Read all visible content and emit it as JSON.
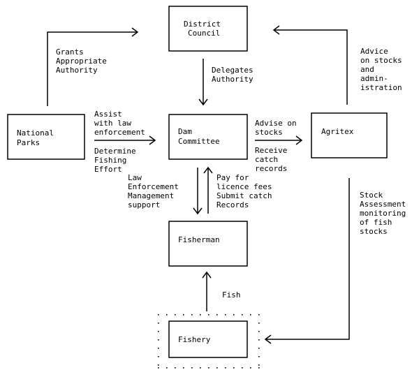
{
  "nodes": {
    "district_council": [
      "District",
      "Council"
    ],
    "national_parks": [
      "National",
      "Parks"
    ],
    "dam_committee": [
      "Dam",
      "Committee"
    ],
    "agritex": [
      "Agritex"
    ],
    "fisherman": [
      "Fisherman"
    ],
    "fishery": [
      "Fishery"
    ]
  },
  "labels": {
    "grants": [
      "Grants",
      "Appropriate",
      "Authority"
    ],
    "delegates": [
      "Delegates",
      "Authority"
    ],
    "advice_stocks": [
      "Advice",
      "on stocks",
      "and",
      "admin-",
      "istration"
    ],
    "assist": [
      "Assist",
      "with law",
      "enforcement"
    ],
    "determine": [
      "Determine",
      "Fishing",
      "Effort"
    ],
    "advise_on_stocks": [
      "Advise on",
      "stocks"
    ],
    "receive": [
      "Receive",
      "catch",
      "records"
    ],
    "law_enforcement": [
      "Law",
      "Enforcement",
      "Management",
      "support"
    ],
    "pay_for": [
      "Pay for",
      "licence fees",
      "Submit catch",
      "Records"
    ],
    "stock_assessment": [
      "Stock",
      "Assessment",
      "monitoring",
      "of fish",
      "stocks"
    ],
    "fish": [
      "Fish"
    ]
  }
}
